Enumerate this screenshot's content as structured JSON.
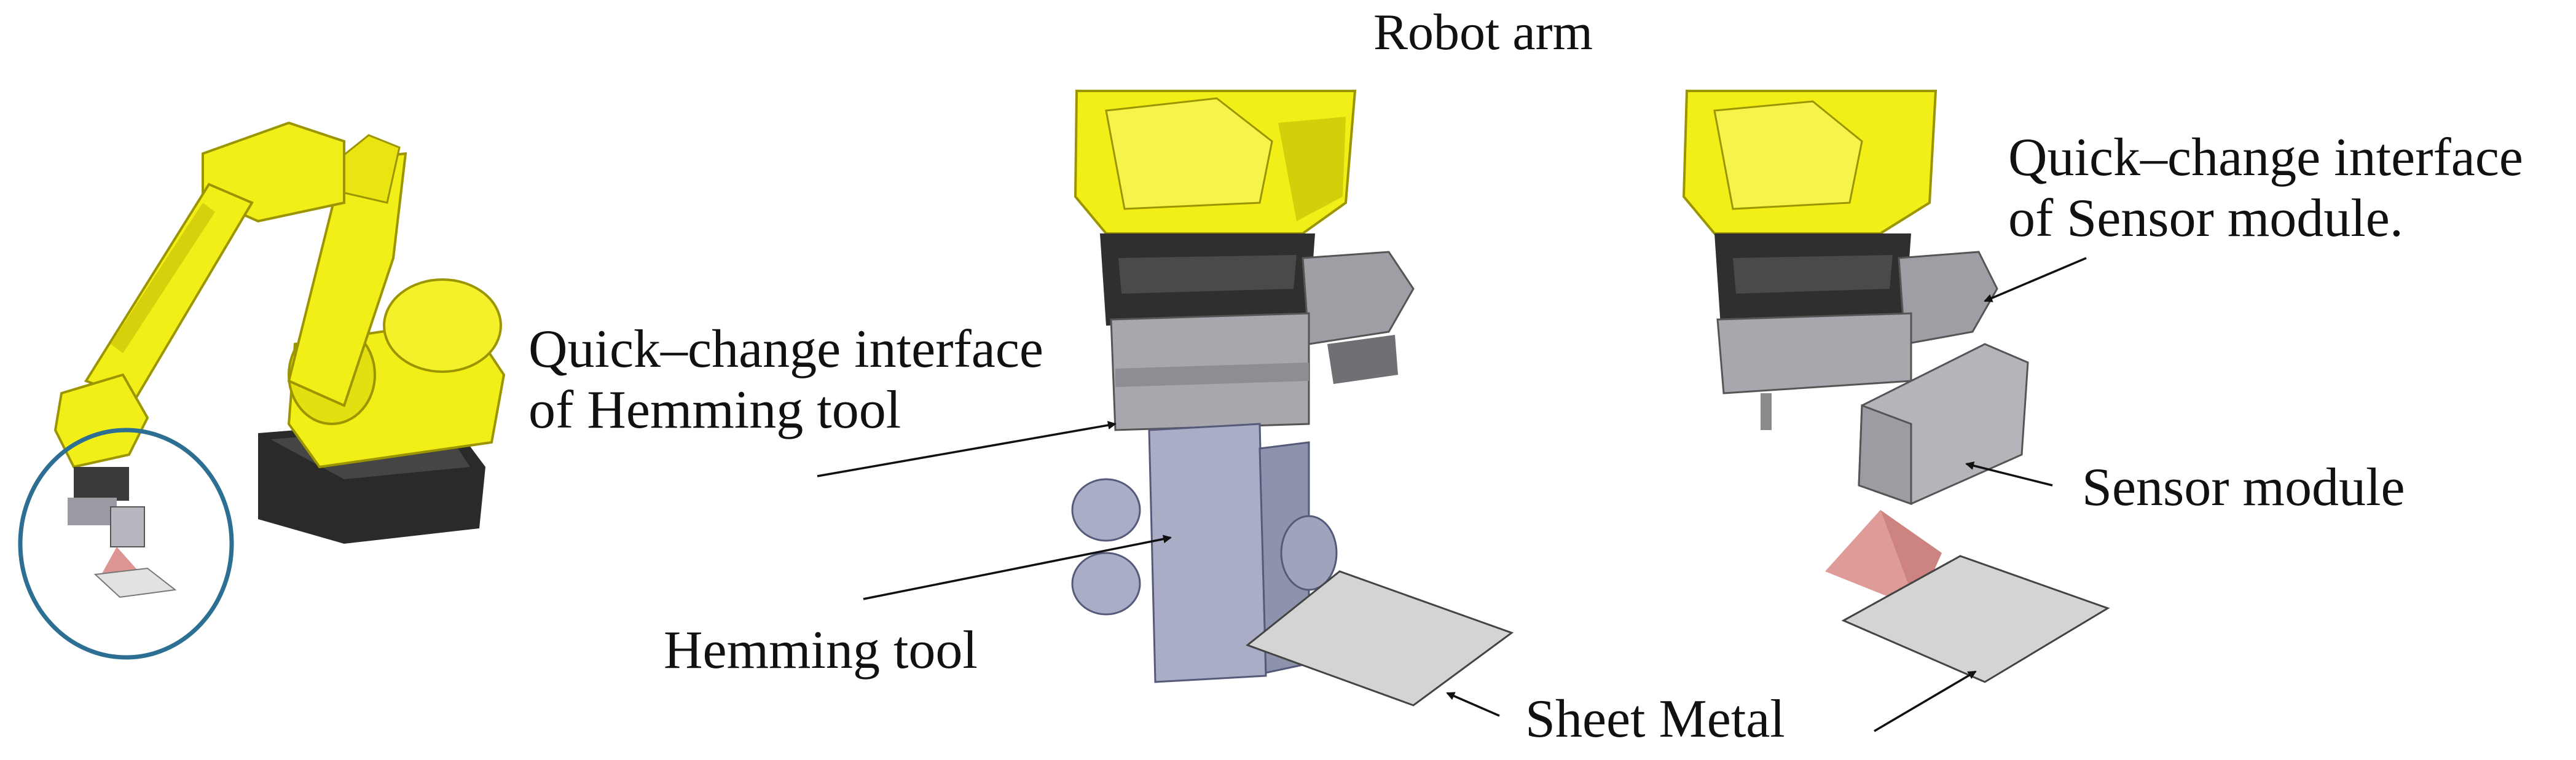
{
  "title": "Robot arm",
  "labels": {
    "quick_change_hemming": {
      "line1": "Quick–change interface",
      "line2": "of Hemming tool"
    },
    "hemming_tool": "Hemming tool",
    "quick_change_sensor": {
      "line1": "Quick–change interface",
      "line2": "of Sensor module."
    },
    "sensor_module": "Sensor module",
    "sheet_metal": "Sheet Metal"
  },
  "colors": {
    "robot_yellow": "#f2ee17",
    "robot_shadow": "#b9b400",
    "steel_dark": "#3b3b3b",
    "steel_light": "#c9c9ce",
    "tool_blue": "#a9adc6",
    "laser_red": "#d88a86",
    "circle_blue": "#2d6f93",
    "sheet_gray": "#d4d4d4"
  }
}
